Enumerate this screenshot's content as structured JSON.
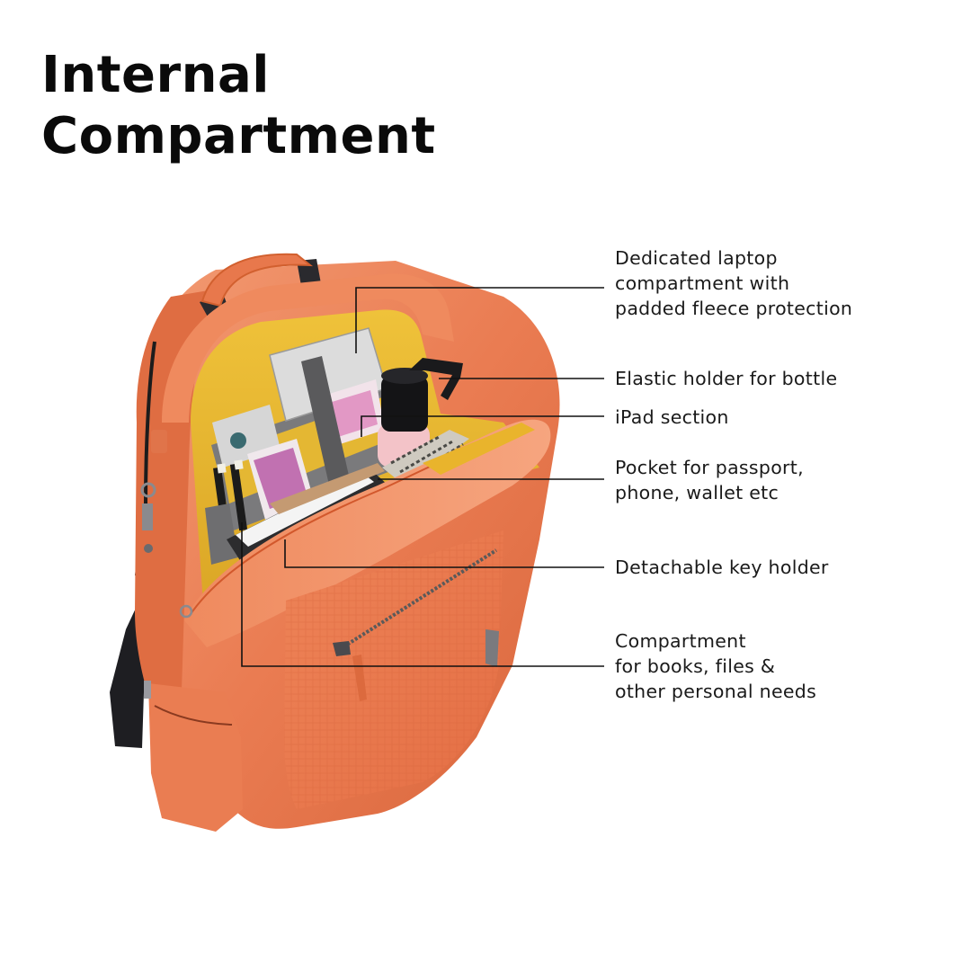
{
  "title": {
    "line1": "Internal",
    "line2": "Compartment"
  },
  "product": {
    "description": "Orange leather backpack with open main compartment showing organized interior",
    "colors": {
      "body": "#ea7c52",
      "body_shadow": "#d9663c",
      "body_highlight": "#f4a07c",
      "lining": "#e7b52c",
      "lining_shadow": "#c9961c",
      "strap": "#2a2a2e",
      "organizer_gray": "#6e6e70",
      "hardware": "#8a8a8e"
    }
  },
  "callouts": [
    {
      "id": "laptop",
      "lines": [
        "Dedicated laptop",
        "compartment with",
        "padded fleece protection"
      ]
    },
    {
      "id": "bottle",
      "lines": [
        "Elastic holder for bottle"
      ]
    },
    {
      "id": "ipad",
      "lines": [
        "iPad section"
      ]
    },
    {
      "id": "pocket",
      "lines": [
        "Pocket for passport,",
        "phone, wallet etc"
      ]
    },
    {
      "id": "key",
      "lines": [
        "Detachable key holder"
      ]
    },
    {
      "id": "books",
      "lines": [
        "Compartment",
        "for books, files &",
        "other personal needs"
      ]
    }
  ],
  "leader_line_color": "#111111"
}
